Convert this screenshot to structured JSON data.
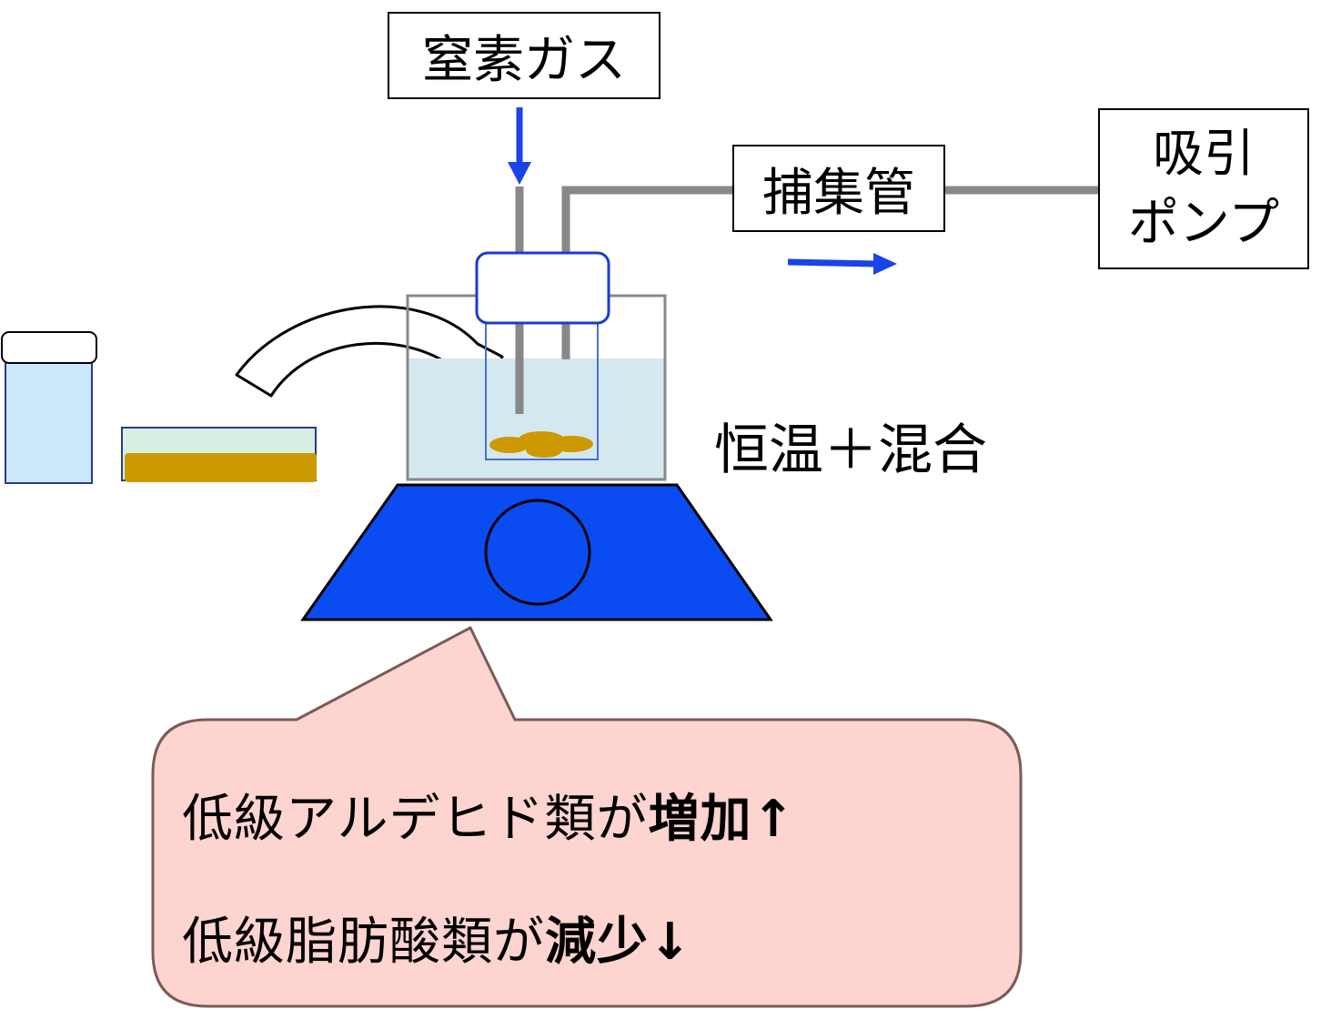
{
  "labels": {
    "nitrogen_gas": "窒素ガス",
    "trap_tube": "捕集管",
    "pump_line1": "吸引",
    "pump_line2": "ポンプ",
    "temperature_mix": "恒温＋混合"
  },
  "callout": {
    "line1_normal": "低級アルデヒド類が",
    "line1_bold": "増加",
    "line1_arrow": "↑",
    "line2_normal": "低級脂肪酸類が",
    "line2_bold": "減少",
    "line2_arrow": "↓"
  },
  "colors": {
    "flow_arrow": "#1a44e6",
    "stirrer": "#0a4cf2",
    "cap_outline": "#1a3ccf",
    "water": "#d4e8ef",
    "bottle": "#cce9fb",
    "tray_liquid": "#d6efe2",
    "sample": "#cc9a00",
    "tube": "#888888",
    "callout_fill": "#fdd4cf",
    "callout_stroke": "#7a5a5a"
  },
  "icons": {
    "transfer": "curved-arrow-icon",
    "gas_flow": "down-arrow-icon",
    "exhaust_flow": "right-arrow-icon"
  }
}
